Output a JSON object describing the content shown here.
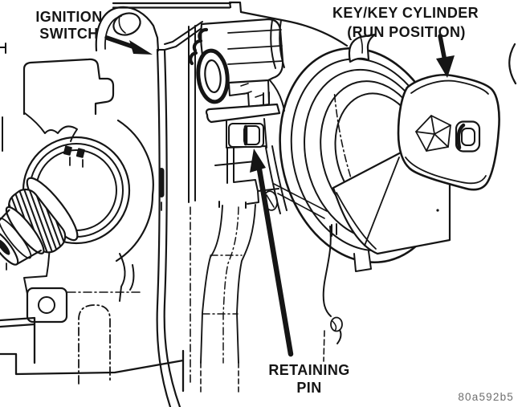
{
  "figure": {
    "code": "80a592b5",
    "background_color": "#ffffff",
    "line_color": "#151515",
    "code_color": "#6e6e6e"
  },
  "callouts": {
    "ignition_switch": {
      "line1": "IGNITION",
      "line2": "SWITCH"
    },
    "key_cylinder": {
      "line1": "KEY/KEY CYLINDER",
      "line2": "(RUN POSITION)"
    },
    "retaining_pin": {
      "line1": "RETAINING",
      "line2": "PIN"
    }
  }
}
